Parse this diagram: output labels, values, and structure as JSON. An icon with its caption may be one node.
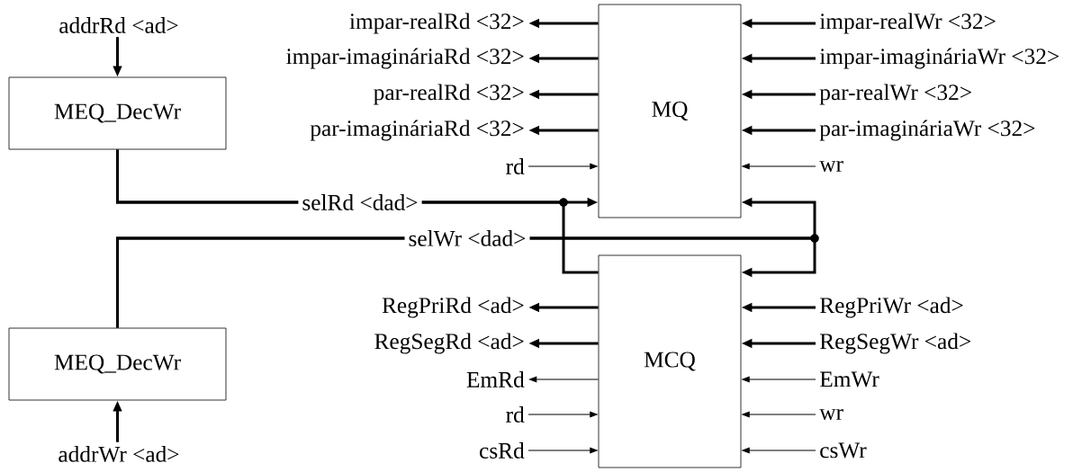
{
  "diagram": {
    "nodes": [
      {
        "text": [
          "addrRd <ad>"
        ]
      },
      {
        "text": [
          "MEQ_DecWr"
        ]
      },
      {
        "text": [
          "MQ"
        ]
      },
      {
        "text": [
          "MCQ"
        ]
      },
      {
        "text": [
          "MEQ_DecWr"
        ]
      },
      {
        "text": [
          "addrWr <ad>"
        ]
      },
      {
        "text": [
          "impar-realRd <32>"
        ]
      },
      {
        "text": [
          "impar-imagináriaRd <32>"
        ]
      },
      {
        "text": [
          "par-realRd <32>"
        ]
      },
      {
        "text": [
          "par-imagináriaRd <32>"
        ]
      },
      {
        "text": [
          "rd"
        ]
      },
      {
        "text": [
          "impar-realWr <32>"
        ]
      },
      {
        "text": [
          "impar-imagináriaWr <32>"
        ]
      },
      {
        "text": [
          "par-realWr <32>"
        ]
      },
      {
        "text": [
          "par-imagináriaWr <32>"
        ]
      },
      {
        "text": [
          "wr"
        ]
      },
      {
        "text": [
          "RegPriRd <ad>"
        ]
      },
      {
        "text": [
          "RegSegRd <ad>"
        ]
      },
      {
        "text": [
          "EmRd"
        ]
      },
      {
        "text": [
          "rd"
        ]
      },
      {
        "text": [
          "csRd"
        ]
      },
      {
        "text": [
          "RegPriWr <ad>"
        ]
      },
      {
        "text": [
          "RegSegWr <ad>"
        ]
      },
      {
        "text": [
          "EmWr"
        ]
      },
      {
        "text": [
          "wr"
        ]
      },
      {
        "text": [
          "csWr"
        ]
      }
    ],
    "edges": [
      {
        "from": 0,
        "to": 1,
        "arrow": "to"
      },
      {
        "from": 2,
        "to": 6,
        "arrow": "to"
      },
      {
        "from": 2,
        "to": 7,
        "arrow": "to"
      },
      {
        "from": 2,
        "to": 8,
        "arrow": "to"
      },
      {
        "from": 2,
        "to": 9,
        "arrow": "to"
      },
      {
        "from": 10,
        "to": 2,
        "arrow": "to"
      },
      {
        "from": 11,
        "to": 2,
        "arrow": "to"
      },
      {
        "from": 12,
        "to": 2,
        "arrow": "to"
      },
      {
        "from": 13,
        "to": 2,
        "arrow": "to"
      },
      {
        "from": 14,
        "to": 2,
        "arrow": "to"
      },
      {
        "from": 15,
        "to": 2,
        "arrow": "to"
      },
      {
        "from": 1,
        "to": 2,
        "arrow": "to",
        "label": "selRd <dad>"
      },
      {
        "from": 1,
        "to": 3,
        "arrow": "none"
      },
      {
        "from": 4,
        "to": 2,
        "arrow": "to",
        "label": "selWr <dad>"
      },
      {
        "from": 4,
        "to": 3,
        "arrow": "to"
      },
      {
        "from": 3,
        "to": 16,
        "arrow": "to"
      },
      {
        "from": 3,
        "to": 17,
        "arrow": "to"
      },
      {
        "from": 3,
        "to": 18,
        "arrow": "to"
      },
      {
        "from": 19,
        "to": 3,
        "arrow": "to"
      },
      {
        "from": 20,
        "to": 3,
        "arrow": "to"
      },
      {
        "from": 21,
        "to": 3,
        "arrow": "to"
      },
      {
        "from": 22,
        "to": 3,
        "arrow": "to"
      },
      {
        "from": 23,
        "to": 3,
        "arrow": "to"
      },
      {
        "from": 24,
        "to": 3,
        "arrow": "to"
      },
      {
        "from": 25,
        "to": 3,
        "arrow": "to"
      },
      {
        "from": 5,
        "to": 4,
        "arrow": "to"
      }
    ]
  }
}
